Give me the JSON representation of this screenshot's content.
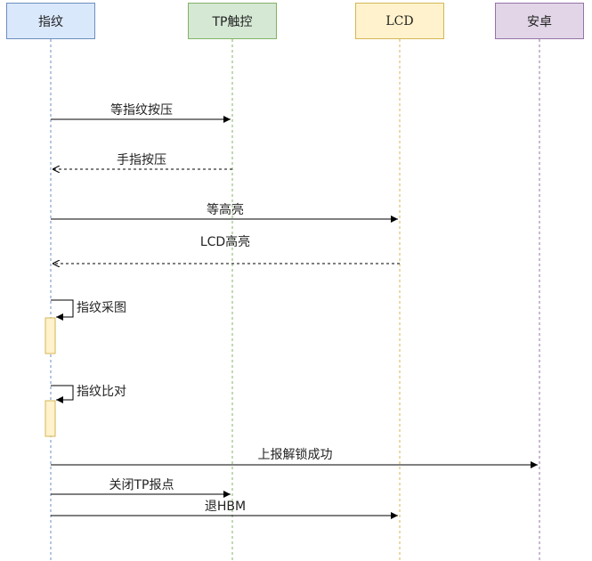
{
  "participants": [
    {
      "key": "fp",
      "label": "指纹",
      "fill": "#dae8fc",
      "stroke": "#6c8ebf",
      "lifeline": "#6c8ebf"
    },
    {
      "key": "tp",
      "label": "TP触控",
      "fill": "#d5e8d4",
      "stroke": "#82b366",
      "lifeline": "#82b366"
    },
    {
      "key": "lcd",
      "label": "LCD",
      "fill": "#fff2cc",
      "stroke": "#d6b656",
      "lifeline": "#d6b656"
    },
    {
      "key": "android",
      "label": "安卓",
      "fill": "#e1d5e7",
      "stroke": "#9673a6",
      "lifeline": "#9673a6"
    }
  ],
  "messages": [
    {
      "label": "等指纹按压",
      "from": "fp",
      "to": "tp",
      "style": "solid"
    },
    {
      "label": "手指按压",
      "from": "tp",
      "to": "fp",
      "style": "dashed"
    },
    {
      "label": "等高亮",
      "from": "fp",
      "to": "lcd",
      "style": "solid"
    },
    {
      "label": "LCD高亮",
      "from": "lcd",
      "to": "fp",
      "style": "dashed"
    },
    {
      "label": "指纹采图",
      "from": "fp",
      "to": "fp",
      "style": "self"
    },
    {
      "label": "指纹比对",
      "from": "fp",
      "to": "fp",
      "style": "self"
    },
    {
      "label": "上报解锁成功",
      "from": "fp",
      "to": "android",
      "style": "solid"
    },
    {
      "label": "关闭TP报点",
      "from": "fp",
      "to": "tp",
      "style": "solid"
    },
    {
      "label": "退HBM",
      "from": "fp",
      "to": "lcd",
      "style": "solid"
    }
  ],
  "colors": {
    "arrow": "#000000",
    "activation_fill": "#fff2cc",
    "activation_stroke": "#d6b656"
  }
}
